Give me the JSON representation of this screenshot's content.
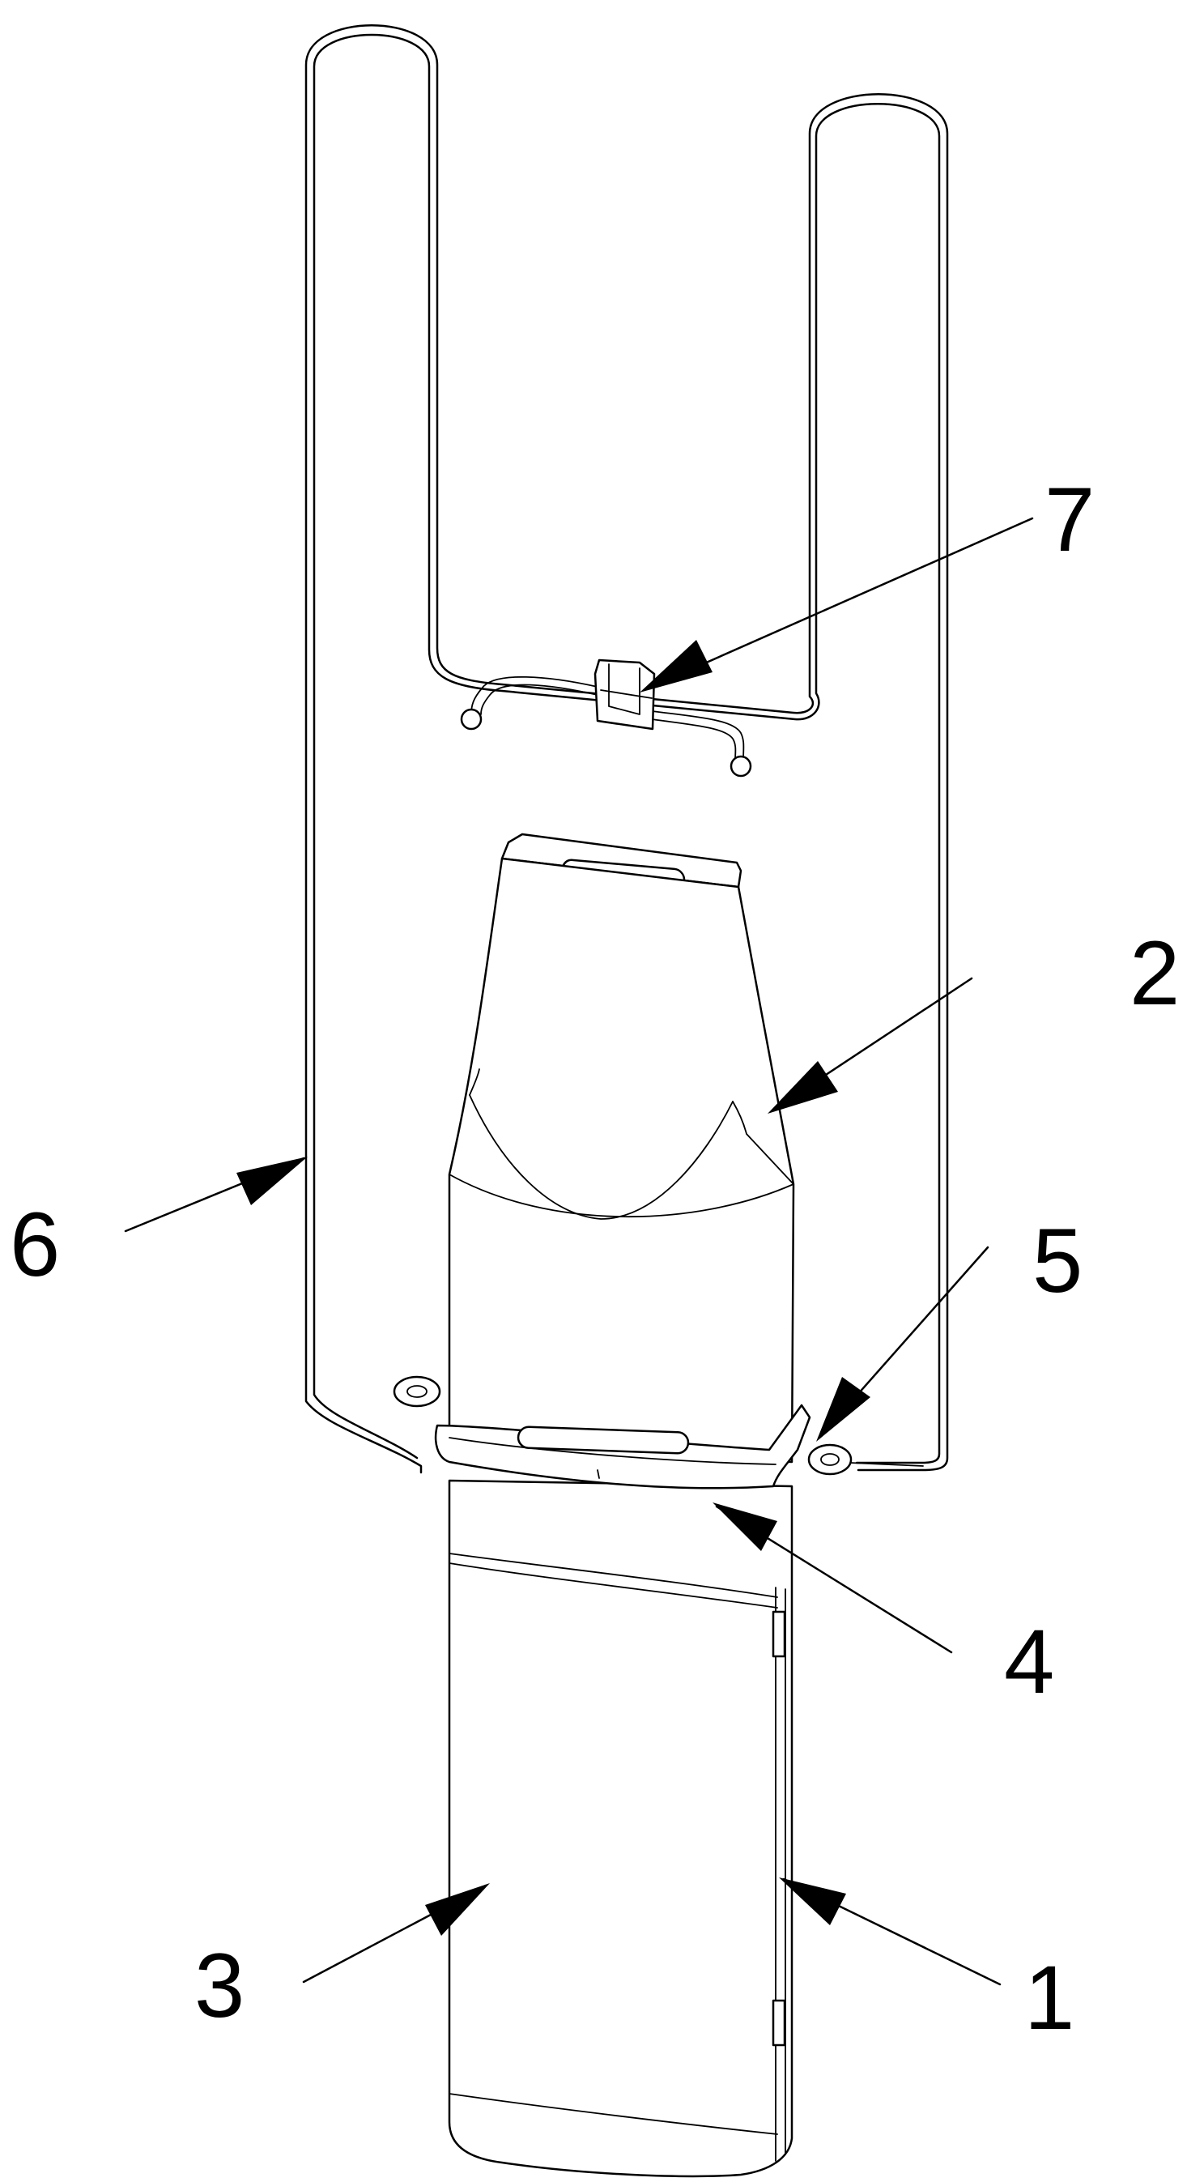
{
  "figure": {
    "background": "#ffffff",
    "stroke_color": "#000000"
  },
  "labels": [
    {
      "id": "1",
      "text": "1",
      "part": "side-rail"
    },
    {
      "id": "2",
      "text": "2",
      "part": "upper-cap"
    },
    {
      "id": "3",
      "text": "3",
      "part": "lower-body"
    },
    {
      "id": "4",
      "text": "4",
      "part": "collar-band"
    },
    {
      "id": "5",
      "text": "5",
      "part": "ring-link"
    },
    {
      "id": "6",
      "text": "6",
      "part": "wire-frame"
    },
    {
      "id": "7",
      "text": "7",
      "part": "clip"
    }
  ]
}
